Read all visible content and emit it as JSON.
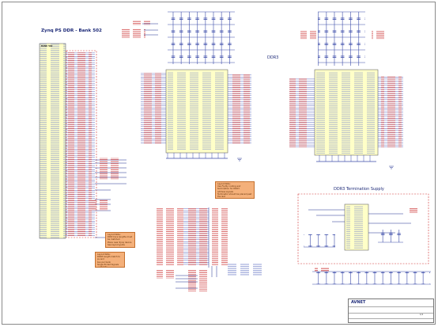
{
  "sheet": {
    "zynq_title": "Zynq PS DDR - Bank 502",
    "bank_label": "BANK 502",
    "ddr3_label": "DDR3",
    "termination_title": "DDR3 Termination Supply",
    "title_block_company": "AVNET",
    "title_block_sheet": "1/1"
  },
  "notes": {
    "note_left_1": "Layout Note:\nDDR trace lengths must be matched\nPlace near Zynq device\nSee layout guide",
    "note_left_2": "Layout Note:\nDDR3 length match to ps and\nbus per bank\nSingle Ended Signals +-10 mils",
    "note_center": "Layout Note:\nUse Fly-By routing and termination for DDR3\naddress signals\nTerminator should be placed past the last\nDDR3 device"
  },
  "colors": {
    "wire": "#1f2f8f",
    "net": "#c62020",
    "cap": "#2a3a9a",
    "note_fill": "#f4b07a",
    "dashed": "#d03030"
  },
  "icons": [
    "ground-symbol",
    "capacitor-symbol",
    "ic-symbol"
  ]
}
